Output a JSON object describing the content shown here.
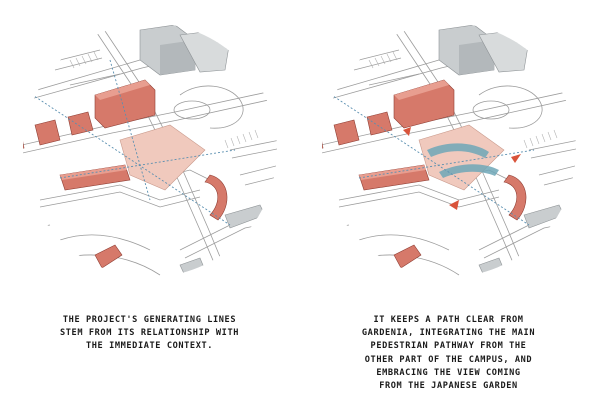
{
  "panels": [
    {
      "id": "left",
      "caption_lines": [
        "THE PROJECT'S GENERATING LINES",
        "STEM FROM ITS RELATIONSHIP WITH",
        "THE IMMEDIATE CONTEXT."
      ]
    },
    {
      "id": "right",
      "caption_lines": [
        "IT KEEPS A PATH CLEAR FROM",
        "GARDENIA, INTEGRATING THE MAIN",
        "PEDESTRIAN PATHWAY FROM THE",
        "OTHER PART OF THE CAMPUS, AND",
        "EMBRACING THE VIEW COMING",
        "FROM THE JAPANESE GARDEN"
      ]
    }
  ],
  "colors": {
    "building_brick": "#d6796a",
    "building_brick_dark": "#b5564a",
    "site_pink": "#f0c9bd",
    "grey_building": "#c9cdcf",
    "path_blue": "#6fa7b8",
    "arrow_red": "#d9533a",
    "line_blue": "#5a8fb0",
    "linework": "#9c9c9c"
  }
}
